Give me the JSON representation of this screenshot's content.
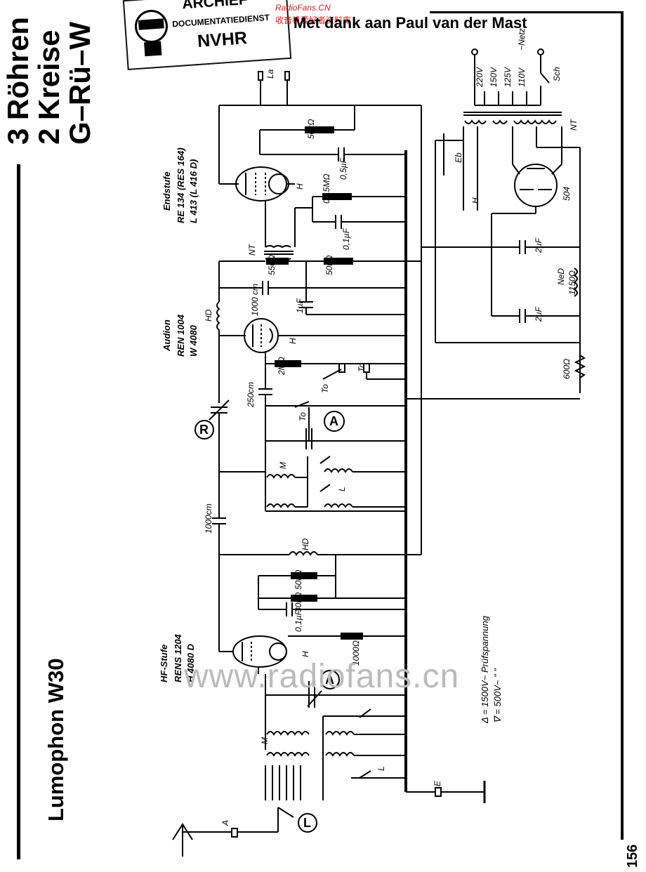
{
  "stamp": {
    "line1": "ARCHIEF",
    "line2": "DOCUMENTATIEDIENST",
    "line3": "NVHR"
  },
  "watermark_top": {
    "line1": "RadioFans.CN",
    "line2": "收音机爱好者资料库"
  },
  "credit": "Met dank aan Paul van der Mast",
  "headline": {
    "line1": "3 Röhren",
    "line2": "2 Kreise",
    "line3": "G–Rü–W"
  },
  "title": "Lumophon W30",
  "page_number": "156",
  "watermark_center": "www.radiofans.cn",
  "tubes": {
    "end": {
      "stage": "Endstufe",
      "line2": "RE 134 (RES 164)",
      "line3": "L 413 (L 416 D)"
    },
    "audion": {
      "stage": "Audion",
      "line2": "REN 1004",
      "line3": "W 4080"
    },
    "hf": {
      "stage": "HF-Stufe",
      "line2": "RENS 1204",
      "line3": "H 4080 D"
    },
    "rect": "504"
  },
  "labels": {
    "La": "La",
    "Sch": "Sch",
    "NT": "NT",
    "Eb": "Eb",
    "H": "H",
    "HD": "HD",
    "NeD": "NeD",
    "M": "M",
    "L": "L",
    "To": "To",
    "A": "A",
    "E": "E",
    "r50k_top": "50kΩ",
    "c05": "0,5µF",
    "r015M": "0,15MΩ",
    "c01": "0,1µF",
    "r550": "550Ω",
    "r50k_mid": "50kΩ",
    "c1000": "1000 cm",
    "c1u": "1µF",
    "r2M": "2MΩ",
    "c250": "250cm",
    "c1000b": "1000cm",
    "r50k_low": "50kΩ",
    "r30k": "30kΩ",
    "r1000": "1000Ω",
    "c2u_a": "2µF",
    "c2u_b": "2µF",
    "r1150": "1150Ω",
    "r600": "600Ω",
    "v220": "220V",
    "v150": "150V",
    "v125": "125V",
    "v110": "110V",
    "netz": "~Netz",
    "knob_R": "R",
    "knob_A": "A",
    "knob_L": "L"
  },
  "legend": {
    "line1": "Δ = 1500V~ Prüfspannung",
    "line2": "∇ = 500V~     \"     \""
  }
}
